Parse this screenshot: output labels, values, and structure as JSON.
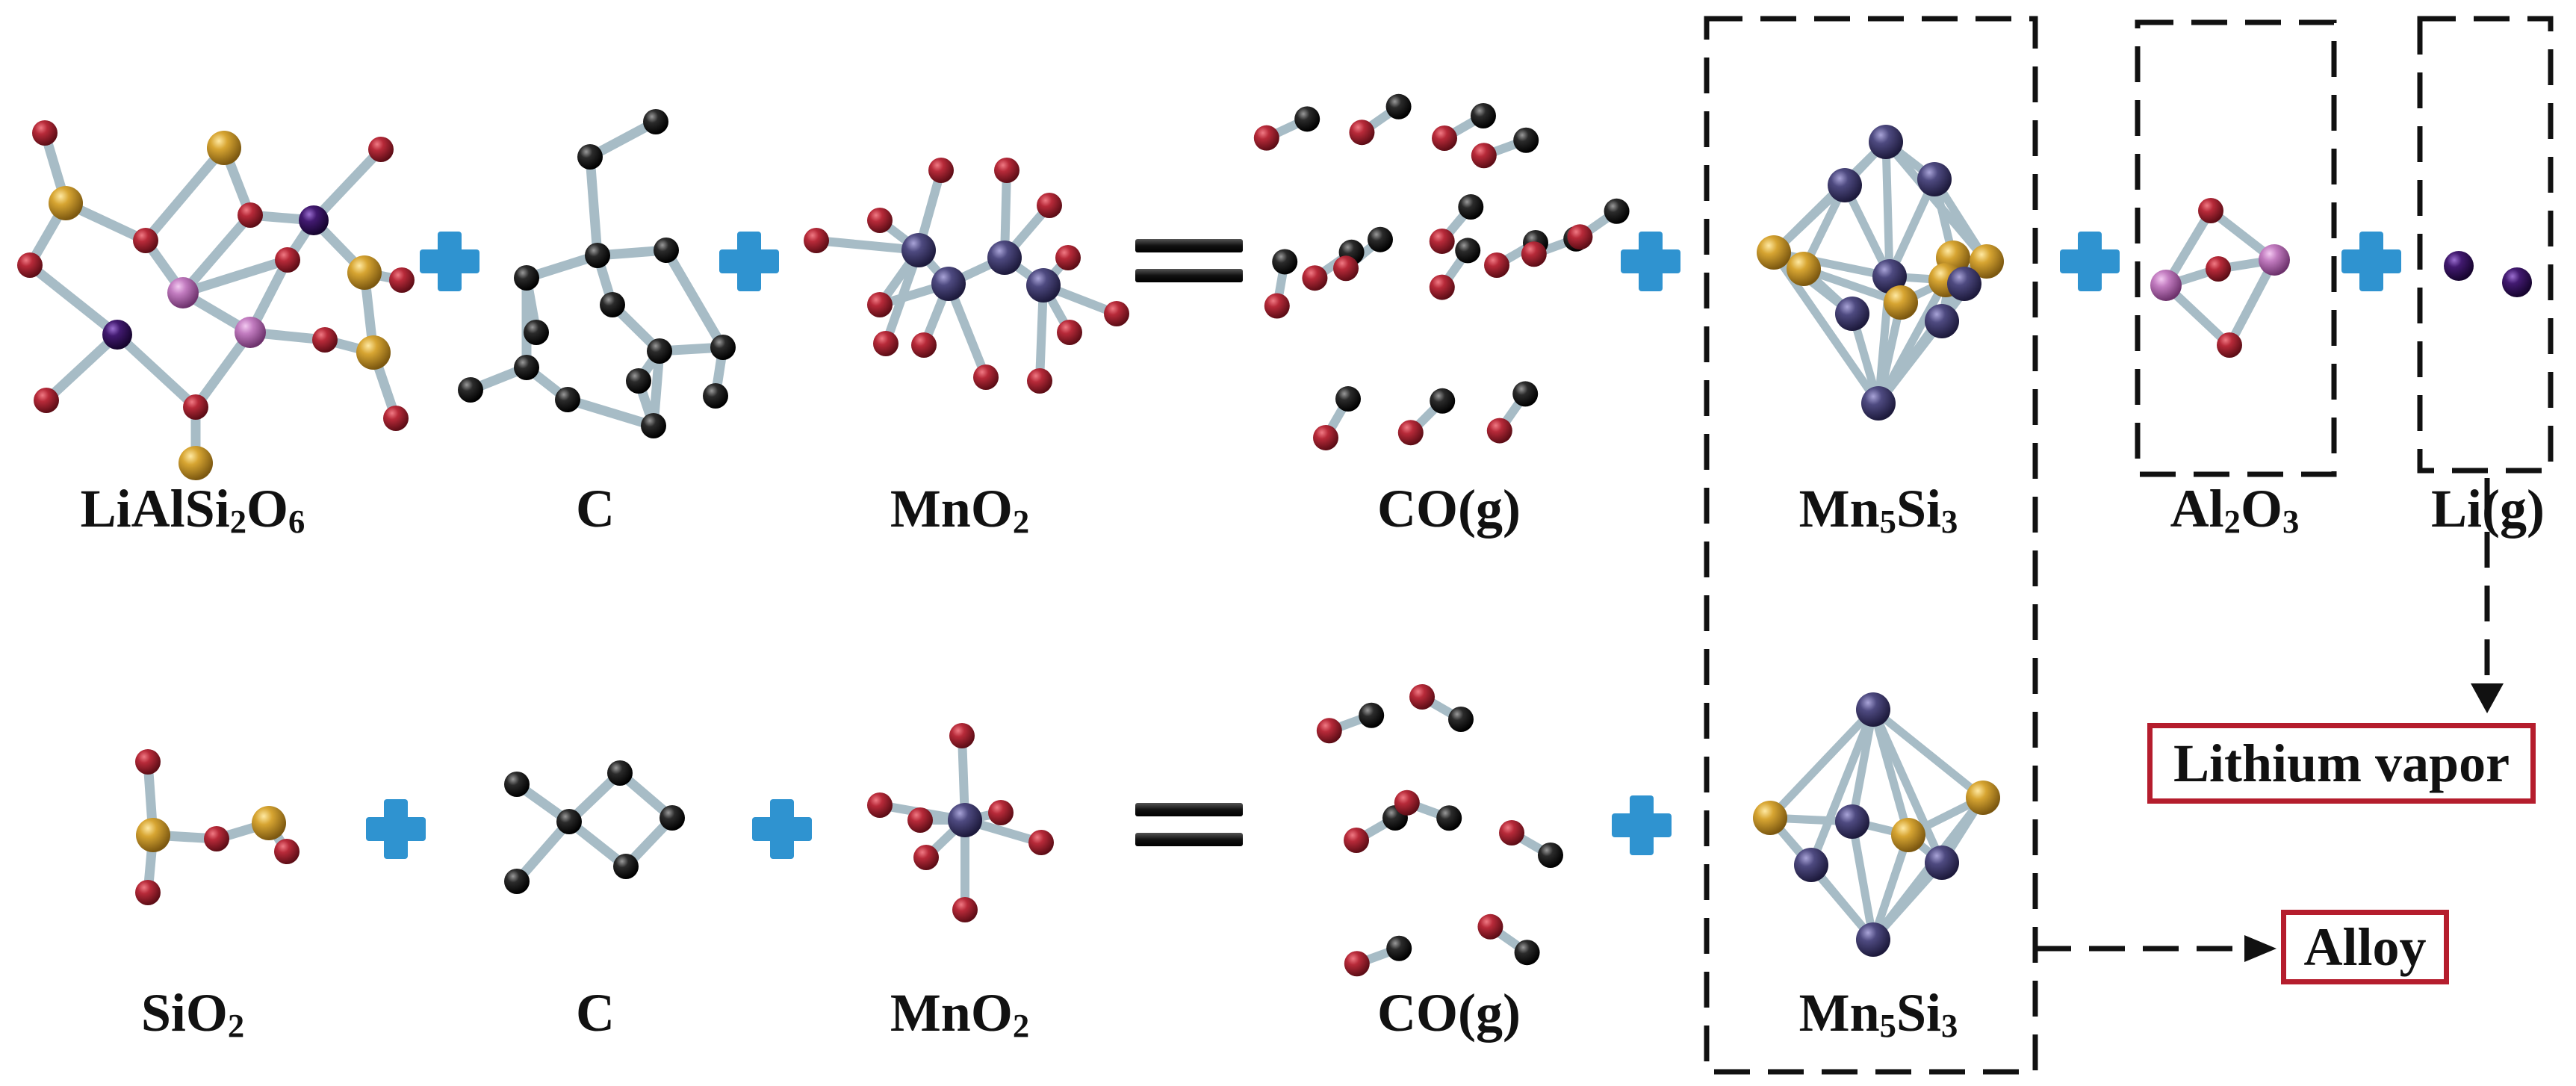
{
  "colors": {
    "bond": "#a7bcc6",
    "oxygen": "#a3202e",
    "carbon": "#1e1e1e",
    "manganese": "#4c4778",
    "lithium": "#3a1760",
    "aluminum": "#c680c4",
    "silicon": "#d4a12e",
    "plus": "#2f93d0",
    "equals": "#111111",
    "dash": "#111111",
    "output_border": "#b51d2d"
  },
  "reactions": [
    {
      "terms": [
        {
          "name": "LiAlSi",
          "sub1": "2",
          "mid": "O",
          "sub2": "6",
          "tail": ""
        },
        {
          "name": "C",
          "sub1": "",
          "mid": "",
          "sub2": "",
          "tail": ""
        },
        {
          "name": "MnO",
          "sub1": "2",
          "mid": "",
          "sub2": "",
          "tail": ""
        },
        {
          "name": "CO(g)",
          "sub1": "",
          "mid": "",
          "sub2": "",
          "tail": ""
        },
        {
          "name": "Mn",
          "sub1": "5",
          "mid": "Si",
          "sub2": "3",
          "tail": ""
        },
        {
          "name": "Al",
          "sub1": "2",
          "mid": "O",
          "sub2": "3",
          "tail": ""
        },
        {
          "name": "Li(g)",
          "sub1": "",
          "mid": "",
          "sub2": "",
          "tail": ""
        }
      ]
    },
    {
      "terms": [
        {
          "name": "SiO",
          "sub1": "2",
          "mid": "",
          "sub2": "",
          "tail": ""
        },
        {
          "name": "C",
          "sub1": "",
          "mid": "",
          "sub2": "",
          "tail": ""
        },
        {
          "name": "MnO",
          "sub1": "2",
          "mid": "",
          "sub2": "",
          "tail": ""
        },
        {
          "name": "CO(g)",
          "sub1": "",
          "mid": "",
          "sub2": "",
          "tail": ""
        },
        {
          "name": "Mn",
          "sub1": "5",
          "mid": "Si",
          "sub2": "3",
          "tail": ""
        }
      ]
    }
  ],
  "outputs": {
    "lithium_vapor": "Lithium vapor",
    "alloy": "Alloy"
  }
}
